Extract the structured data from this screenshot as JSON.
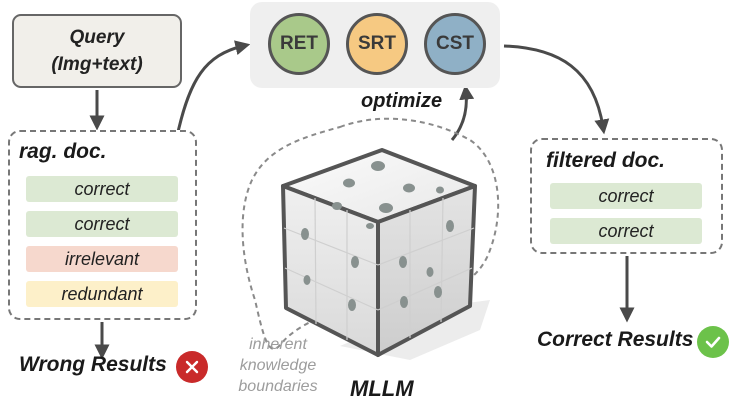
{
  "query": {
    "line1": "Query",
    "line2": "(Img+text)"
  },
  "rag_panel": {
    "title": "rag. doc.",
    "docs": [
      {
        "label": "correct",
        "status": "correct"
      },
      {
        "label": "correct",
        "status": "correct"
      },
      {
        "label": "irrelevant",
        "status": "irrelevant"
      },
      {
        "label": "redundant",
        "status": "redundant"
      }
    ]
  },
  "optimizers": [
    {
      "label": "RET",
      "color": "#a9c98a"
    },
    {
      "label": "SRT",
      "color": "#f6c982"
    },
    {
      "label": "CST",
      "color": "#8fb0c6"
    }
  ],
  "optimize_label": "optimize",
  "filtered_panel": {
    "title": "filtered doc.",
    "docs": [
      {
        "label": "correct",
        "status": "correct"
      },
      {
        "label": "correct",
        "status": "correct"
      }
    ]
  },
  "wrong_results": {
    "label": "Wrong Results",
    "icon": "cross-icon",
    "color": "#c92a2a"
  },
  "correct_results": {
    "label": "Correct Results",
    "icon": "check-icon",
    "color": "#6cc24a"
  },
  "knowledge_boundary": {
    "lines": [
      "inherent",
      "knowledge",
      "boundaries"
    ]
  },
  "model_label": "MLLM"
}
